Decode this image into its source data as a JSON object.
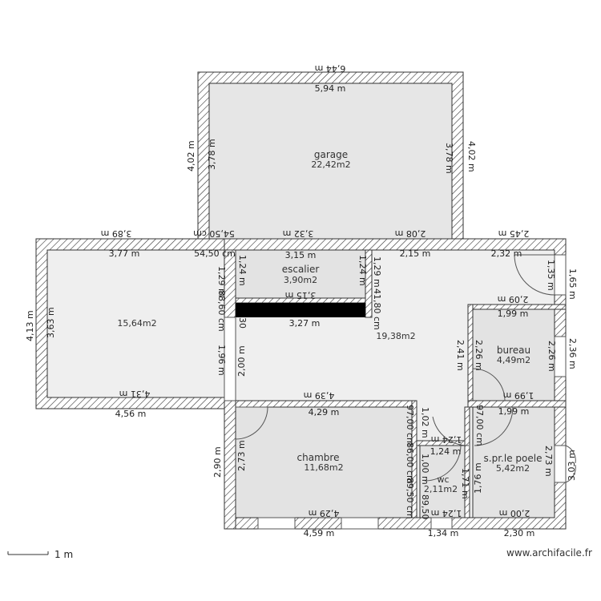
{
  "rooms": {
    "garage": {
      "name": "garage",
      "area": "22,42m2"
    },
    "escalier": {
      "name": "escalier",
      "area": "3,90m2"
    },
    "left_room": {
      "area": "15,64m2"
    },
    "hall": {
      "area": "19,38m2"
    },
    "bureau": {
      "name": "bureau",
      "area": "4,49m2"
    },
    "chambre": {
      "name": "chambre",
      "area": "11,68m2"
    },
    "wc": {
      "name": "wc",
      "area": "2,11m2"
    },
    "salle": {
      "name": "s.pr.le poele",
      "area": "5,42m2"
    }
  },
  "dims": [
    "6,44 m",
    "5,94 m",
    "4,02 m",
    "3,78 m",
    "3,78 m",
    "4,02 m",
    "3,89 m",
    "54,50 cm",
    "3,32 m",
    "2,08 m",
    "2,45 m",
    "3,77 m",
    "54,50 cm",
    "3,15 m",
    "2,15 m",
    "2,32 m",
    "4,13 m",
    "3,63 m",
    "1,29 m",
    "88,60 cm",
    "1,24 m",
    "1,24 m",
    "1,29 m",
    "30",
    "41,80 cm",
    "3,15 m",
    "3,27 m",
    "1,96 m",
    "2,00 m",
    "4,31 m",
    "4,56 m",
    "4,39 m",
    "4,29 m",
    "1,35 m",
    "1,65 m",
    "2,09 m",
    "1,99 m",
    "2,41 m",
    "2,26 m",
    "2,26 m",
    "2,36 m",
    "1,99 m",
    "1,99 m",
    "2,90 m",
    "2,73 m",
    "4,29 m",
    "4,59 m",
    "97,00 cm",
    "86,00 cm",
    "89,50 cm",
    "1,02 m",
    "1,24 m",
    "1,24 m",
    "1,00 m",
    "1,71 m",
    "89,50",
    "1,24 m",
    "1,34 m",
    "97,00 cm",
    "1,76 m",
    "2,73 m",
    "3,03 m",
    "2,00 m",
    "2,30 m"
  ],
  "scale": {
    "label": "1 m"
  },
  "watermark": "www.archifacile.fr"
}
